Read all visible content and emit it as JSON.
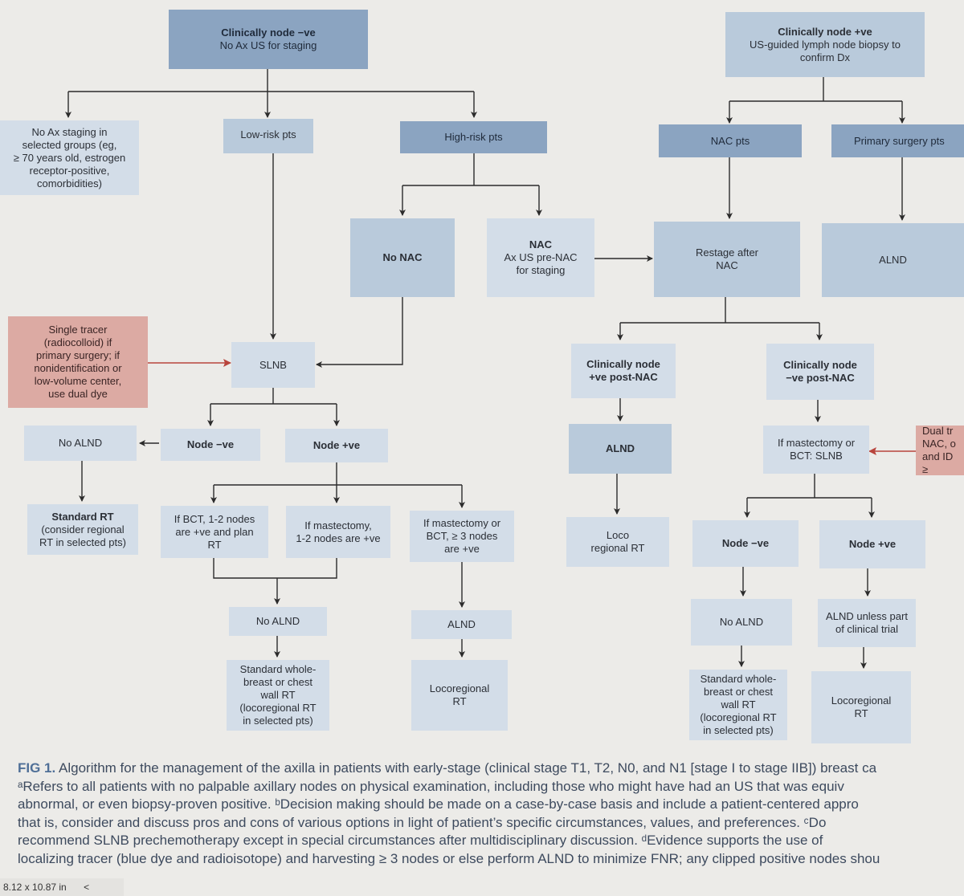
{
  "nodes": {
    "cn_neg": [
      "Clinically node −ve",
      "No Ax US for staging"
    ],
    "cn_pos": [
      "Clinically node +ve",
      "US-guided lymph node biopsy to",
      "confirm Dx"
    ],
    "no_ax": [
      "No Ax staging in",
      "selected groups (eg,",
      "≥ 70 years old, estrogen",
      "receptor-positive,",
      "comorbidities)"
    ],
    "low_risk": [
      "Low-risk pts"
    ],
    "high_risk": [
      "High-risk pts"
    ],
    "nac_pts": [
      "NAC pts"
    ],
    "primary_surgery": [
      "Primary surgery pts"
    ],
    "no_nac": [
      "No NAC"
    ],
    "nac_title": "NAC",
    "nac_body": [
      "Ax US pre-NAC",
      "for staging"
    ],
    "restage": [
      "Restage after",
      "NAC"
    ],
    "alnd_right": [
      "ALND"
    ],
    "single_tracer": [
      "Single tracer",
      "(radiocolloid) if",
      "primary surgery; if",
      "nonidentification or",
      "low-volume center,",
      "use dual dye"
    ],
    "slnb": [
      "SLNB"
    ],
    "cn_pos_post": [
      "Clinically node",
      "+ve post-NAC"
    ],
    "cn_neg_post": [
      "Clinically node",
      "−ve post-NAC"
    ],
    "no_alnd_left": [
      "No ALND"
    ],
    "node_neg_left": [
      "Node −ve"
    ],
    "node_pos_left": [
      "Node +ve"
    ],
    "alnd_mid": [
      "ALND"
    ],
    "if_mastectomy_slnb": [
      "If mastectomy or",
      "BCT: SLNB"
    ],
    "dual_tracer": [
      "Dual tr",
      "NAC, o",
      "and ID ≥"
    ],
    "standard_rt": [
      "Standard RT",
      "(consider regional",
      "RT in selected pts)"
    ],
    "bct_12": [
      "If BCT, 1-2 nodes",
      "are +ve and plan",
      "RT"
    ],
    "mast_12": [
      "If mastectomy,",
      "1-2 nodes are +ve"
    ],
    "mast_3": [
      "If mastectomy or",
      "BCT, ≥ 3 nodes",
      "are +ve"
    ],
    "loco_rt_mid": [
      "Loco",
      "regional RT"
    ],
    "node_neg_right": [
      "Node −ve"
    ],
    "node_pos_right": [
      "Node +ve"
    ],
    "no_alnd_mid": [
      "No ALND"
    ],
    "alnd_b": [
      "ALND"
    ],
    "no_alnd_right": [
      "No ALND"
    ],
    "alnd_unless": [
      "ALND unless part",
      "of clinical trial"
    ],
    "std_whole_left": [
      "Standard whole-",
      "breast or chest",
      "wall RT",
      "(locoregional RT",
      "in selected pts)"
    ],
    "locoregional_mid": [
      "Locoregional",
      "RT"
    ],
    "std_whole_right": [
      "Standard whole-",
      "breast or chest",
      "wall RT",
      "(locoregional RT",
      "in selected pts)"
    ],
    "locoregional_right": [
      "Locoregional",
      "RT"
    ]
  },
  "caption": {
    "fig_label": "FIG 1.",
    "lines": [
      "Algorithm for the management of the axilla in patients with early-stage (clinical stage T1, T2, N0, and N1 [stage I to stage IIB]) breast ca",
      "ᵃRefers to all patients with no palpable axillary nodes on physical examination, including those who might have had an US that was equiv",
      "abnormal, or even biopsy-proven positive. ᵇDecision making should be made on a case-by-case basis and include a patient-centered appro",
      "that is, consider and discuss pros and cons of various options in light of patient’s specific circumstances, values, and preferences. ᶜDo",
      "recommend SLNB prechemotherapy except in special circumstances after multidisciplinary discussion. ᵈEvidence supports the use of",
      "localizing tracer (blue dye and radioisotope) and harvesting ≥ 3 nodes or else perform ALND to minimize FNR; any clipped positive nodes shou"
    ]
  },
  "status": {
    "size": "8.12 x 10.87 in",
    "nav": "<"
  }
}
